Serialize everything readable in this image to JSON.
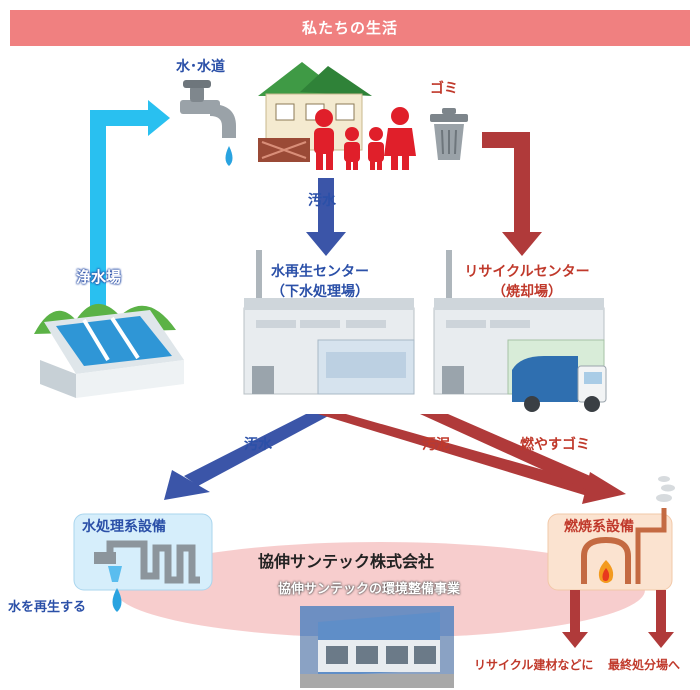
{
  "banner": {
    "title": "私たちの生活"
  },
  "labels": {
    "tap_water": "水･水道",
    "garbage": "ゴミ",
    "sewage_top": "汚水",
    "purification": "浄水場",
    "water_center_line1": "水再生センター",
    "water_center_line2": "（下水処理場）",
    "recycle_center_line1": "リサイクルセンター",
    "recycle_center_line2": "（焼却場）",
    "sewage_bottom": "汚水",
    "sludge": "汚泥",
    "burnable": "燃やすゴミ",
    "water_treatment": "水処理系設備",
    "combustion": "燃焼系設備",
    "regenerate_water": "水を再生する",
    "company_name": "協伸サンテック株式会社",
    "business": "協伸サンテックの環境整備事業",
    "recycle_materials": "リサイクル建材などに",
    "final_disposal": "最終処分場へ"
  },
  "colors": {
    "banner": "#f08080",
    "cyan_arrow": "#29c0f0",
    "blue_arrow": "#3b55a8",
    "red_arrow": "#b03a3a"
  }
}
